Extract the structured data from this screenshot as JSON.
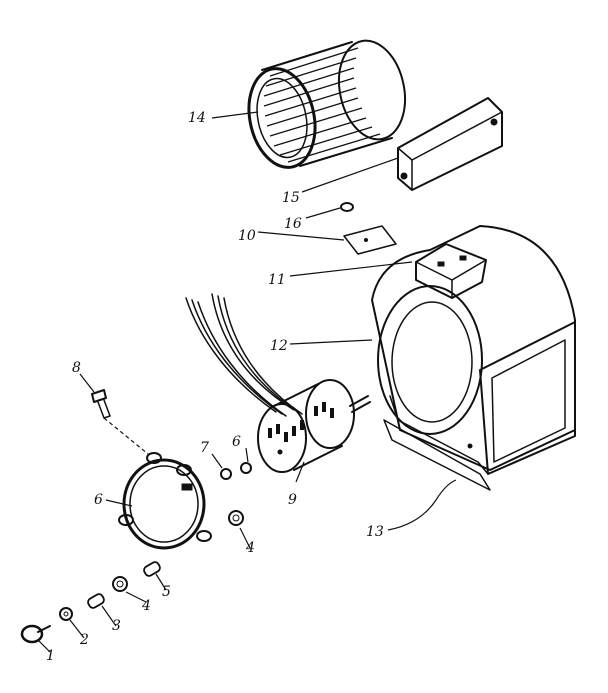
{
  "diagram": {
    "callouts": [
      {
        "id": "1",
        "label": "1"
      },
      {
        "id": "2",
        "label": "2"
      },
      {
        "id": "3",
        "label": "3"
      },
      {
        "id": "4a",
        "label": "4"
      },
      {
        "id": "4b",
        "label": "4"
      },
      {
        "id": "5",
        "label": "5"
      },
      {
        "id": "6",
        "label": "6"
      },
      {
        "id": "7",
        "label": "7"
      },
      {
        "id": "8",
        "label": "8"
      },
      {
        "id": "9",
        "label": "9"
      },
      {
        "id": "10",
        "label": "10"
      },
      {
        "id": "11",
        "label": "11"
      },
      {
        "id": "12",
        "label": "12"
      },
      {
        "id": "13",
        "label": "13"
      },
      {
        "id": "14",
        "label": "14"
      },
      {
        "id": "15",
        "label": "15"
      },
      {
        "id": "16",
        "label": "16"
      },
      {
        "id": "17",
        "label": "17"
      }
    ],
    "ink_color": "#111111",
    "paper_color": "#ffffff"
  }
}
